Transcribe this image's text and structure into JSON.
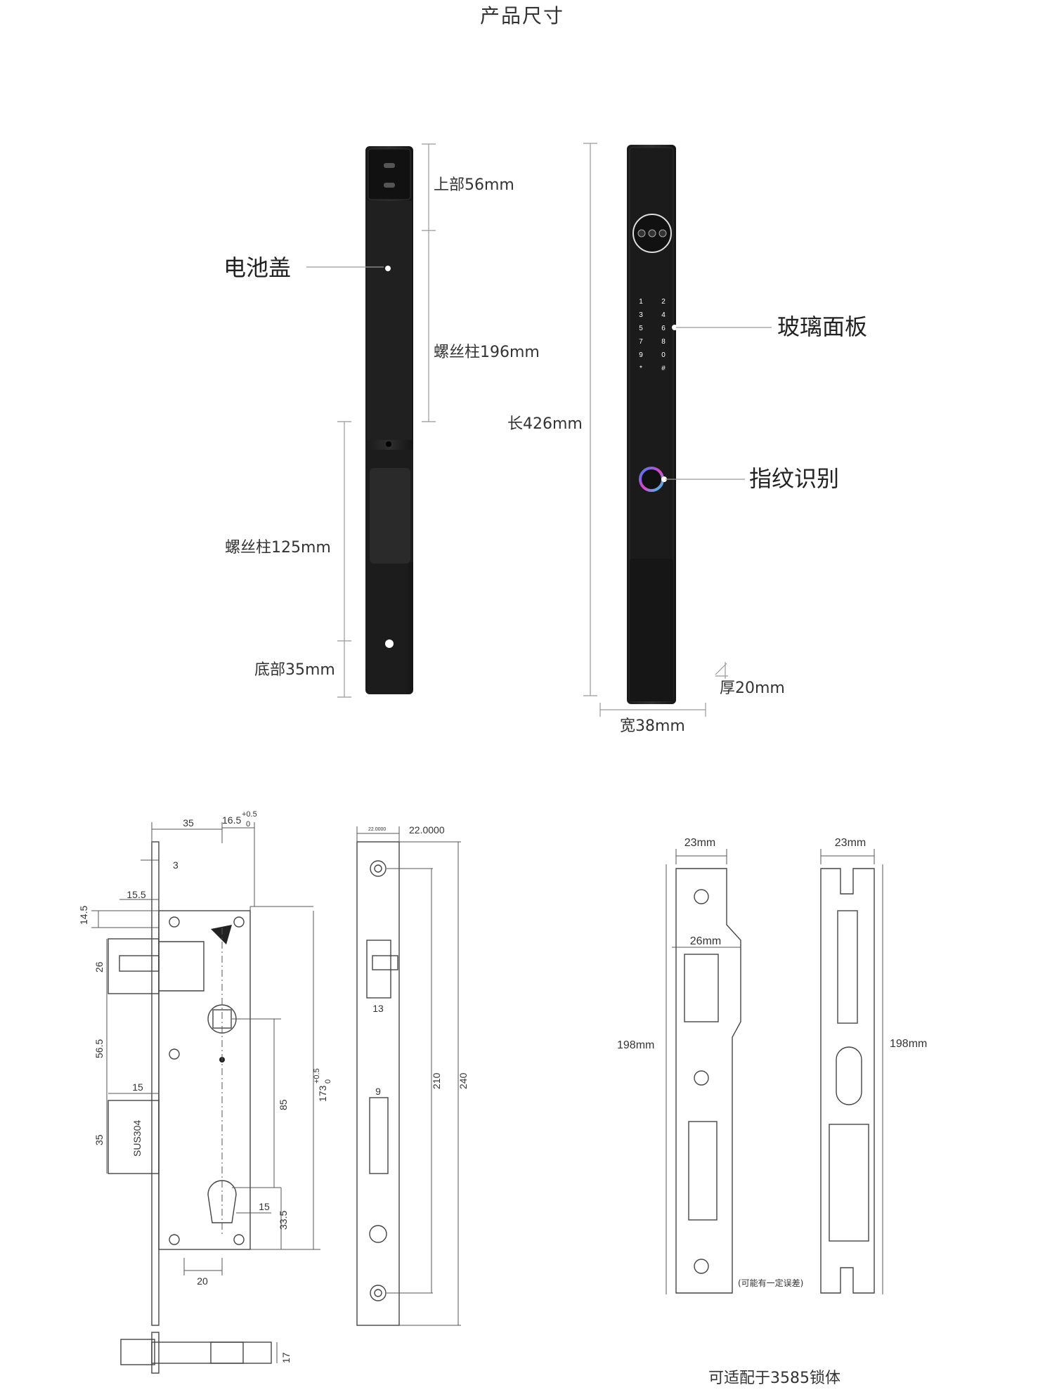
{
  "title": "产品尺寸",
  "back_view": {
    "top_label": "上部56mm",
    "battery_label": "电池盖",
    "screw_post_1": "螺丝柱196mm",
    "screw_post_2": "螺丝柱125mm",
    "bottom_label": "底部35mm"
  },
  "front_view": {
    "length_label": "长426mm",
    "glass_label": "玻璃面板",
    "fingerprint_label": "指纹识别",
    "thickness_label": "厚20mm",
    "width_label": "宽38mm",
    "keypad_left": [
      "1",
      "3",
      "5",
      "7",
      "9",
      "*"
    ],
    "keypad_right": [
      "2",
      "4",
      "6",
      "8",
      "0",
      "#"
    ]
  },
  "lock_body": {
    "dims": {
      "d35_top": "35",
      "d16_5": "16.5",
      "d16_5_tol_plus": "+0.5",
      "d16_5_tol_zero": "0",
      "d3": "3",
      "d15_5": "15.5",
      "d14_5": "14.5",
      "d26": "26",
      "d56_5": "56.5",
      "d15_cyl": "15",
      "d35_side": "35",
      "sus": "SUS304",
      "d85": "85",
      "d173": "173",
      "d173_tol_plus": "+0.5",
      "d173_tol_zero": "0",
      "d15_key": "15",
      "d33_5": "33.5",
      "d20": "20",
      "d17": "17"
    }
  },
  "faceplate": {
    "dims": {
      "width_small": "22.0000",
      "width_label": "22.0000",
      "d13": "13",
      "d9": "9",
      "d210": "210",
      "d240": "240"
    }
  },
  "strike_plates": {
    "w1": "23mm",
    "w2": "23mm",
    "w3": "26mm",
    "h1": "198mm",
    "h2": "198mm",
    "note": "(可能有一定误差)",
    "compat": "可适配于3585锁体"
  }
}
